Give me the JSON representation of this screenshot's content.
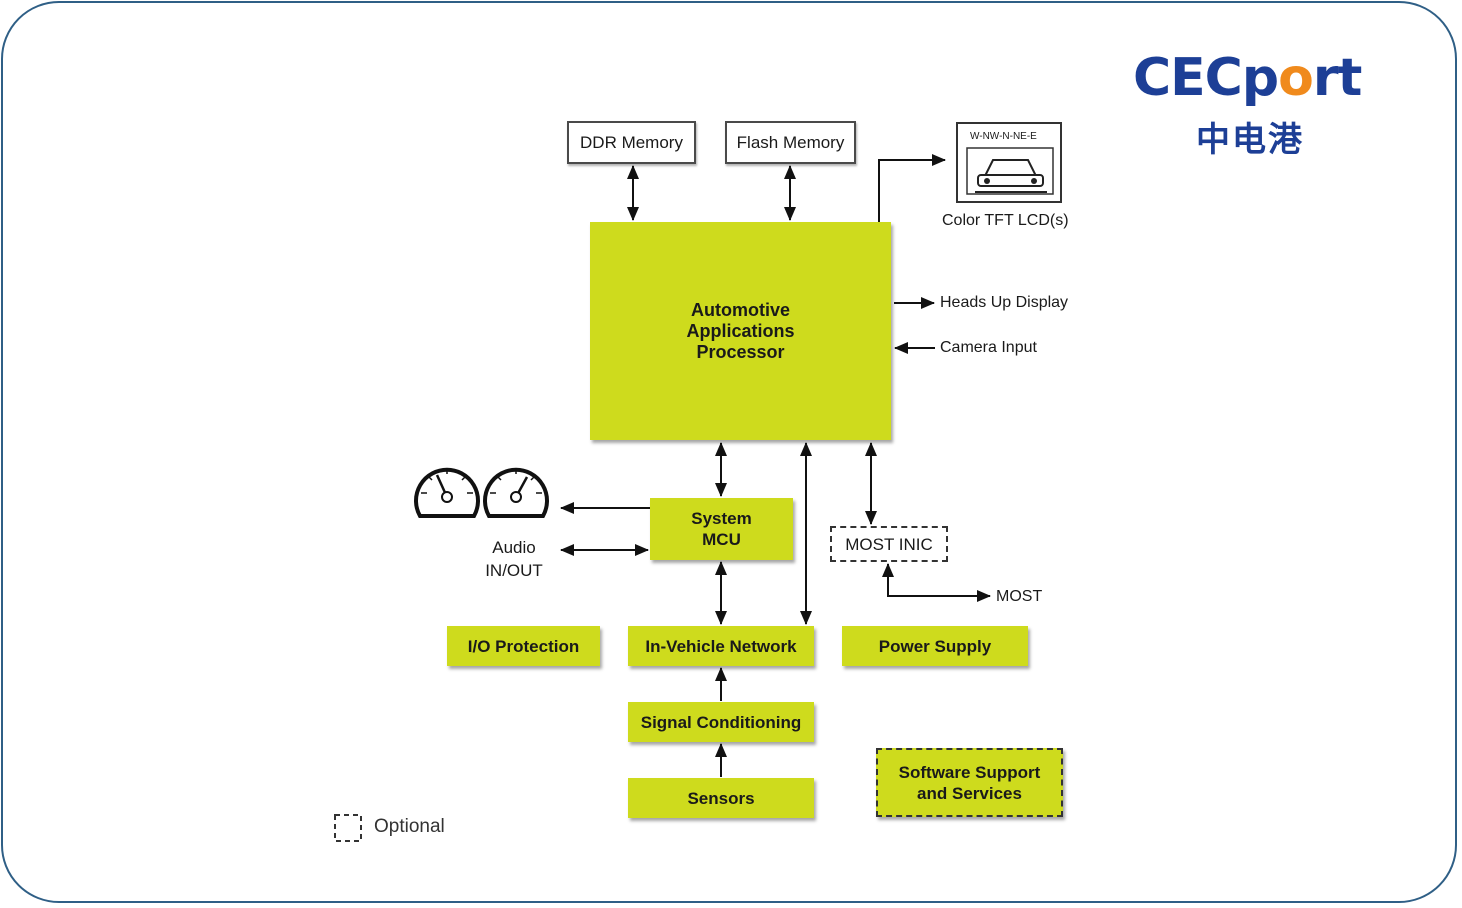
{
  "logo": {
    "brand_en_pre": "CEC",
    "brand_en_o": "o",
    "brand_en_p": "p",
    "brand_en_post": "rt",
    "brand_cn": "中电港",
    "colors": {
      "blue": "#1d3f96",
      "orange": "#f08a1c"
    }
  },
  "diagram": {
    "ddr_memory": "DDR Memory",
    "flash_memory": "Flash Memory",
    "lcd_label": "Color TFT LCD(s)",
    "lcd_compass": "W-NW-N-NE-E",
    "processor": [
      "Automotive",
      "Applications",
      "Processor"
    ],
    "heads_up": "Heads Up Display",
    "camera_input": "Camera Input",
    "system_mcu": [
      "System",
      "MCU"
    ],
    "audio": [
      "Audio",
      "IN/OUT"
    ],
    "most_inic": "MOST INIC",
    "most": "MOST",
    "io_protection": "I/O Protection",
    "in_vehicle_network": "In-Vehicle Network",
    "power_supply": "Power Supply",
    "signal_conditioning": "Signal Conditioning",
    "sensors": "Sensors",
    "software_support": [
      "Software Support",
      "and Services"
    ],
    "optional_legend": "Optional"
  },
  "colors": {
    "block_fill": "#cedb1d",
    "frame": "#2f5f86"
  }
}
